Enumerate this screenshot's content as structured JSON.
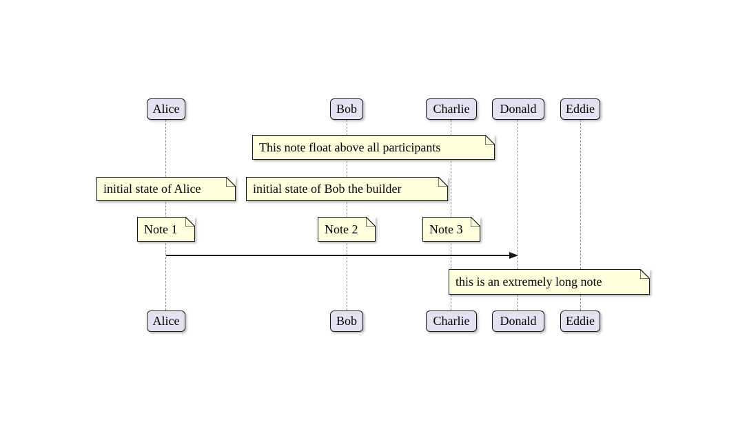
{
  "diagram_type": "plantuml-sequence-diagram",
  "participants": [
    {
      "name": "Alice"
    },
    {
      "name": "Bob"
    },
    {
      "name": "Charlie"
    },
    {
      "name": "Donald"
    },
    {
      "name": "Eddie"
    }
  ],
  "notes": {
    "float_note": "This note float above all participants",
    "alice_state": "initial state of Alice",
    "bob_state": "initial state of Bob the builder",
    "note1": "Note 1",
    "note2": "Note 2",
    "note3": "Note 3",
    "long_note": "this is an extremely long note"
  },
  "message": {
    "from": "Alice",
    "to": "Donald",
    "label": ""
  },
  "colors": {
    "participant_fill": "#E2E2F0",
    "note_fill": "#FEFFDD",
    "border": "#181818",
    "lifeline": "#8A8A8A",
    "arrow": "#181818",
    "background": "#FFFFFF"
  }
}
